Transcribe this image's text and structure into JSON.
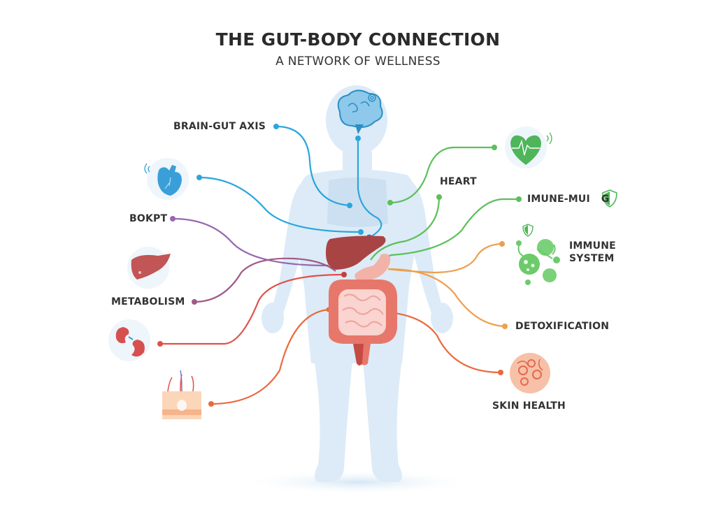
{
  "header": {
    "title": "THE GUT-BODY CONNECTION",
    "subtitle": "A NETWORK OF WELLNESS"
  },
  "labels": {
    "brain_gut_axis": "BRAIN-GUT AXIS",
    "bokpt": "BOKPT",
    "metabolism": "METABOLISM",
    "heart": "HEART",
    "imune_mung": "IMUNE-MUI",
    "imune_mung_tail": "G",
    "immune_system_line1": "IMMUNE",
    "immune_system_line2": "SYSTEM",
    "detoxification": "DETOXIFICATION",
    "skin_health": "SKIN HEALTH"
  },
  "colors": {
    "blue": "#2aa6dc",
    "green": "#5cbf5a",
    "purple": "#9468b0",
    "mauve": "#a15a86",
    "red": "#e0504a",
    "orange": "#eba04f",
    "orange_red": "#ea6a3c",
    "body": "#dcebf7",
    "liver": "#a94444",
    "intestine": "#e7776b"
  },
  "icons": {
    "left": [
      "heart-anatomical-icon",
      "liver-icon",
      "kidneys-icon",
      "skin-follicle-icon"
    ],
    "right": [
      "heart-rate-icon",
      "shield-icon",
      "immune-cells-icon",
      "skin-cells-icon"
    ],
    "center": [
      "brain-icon",
      "body-silhouette",
      "liver-organ",
      "stomach-organ",
      "intestines-organ"
    ]
  }
}
